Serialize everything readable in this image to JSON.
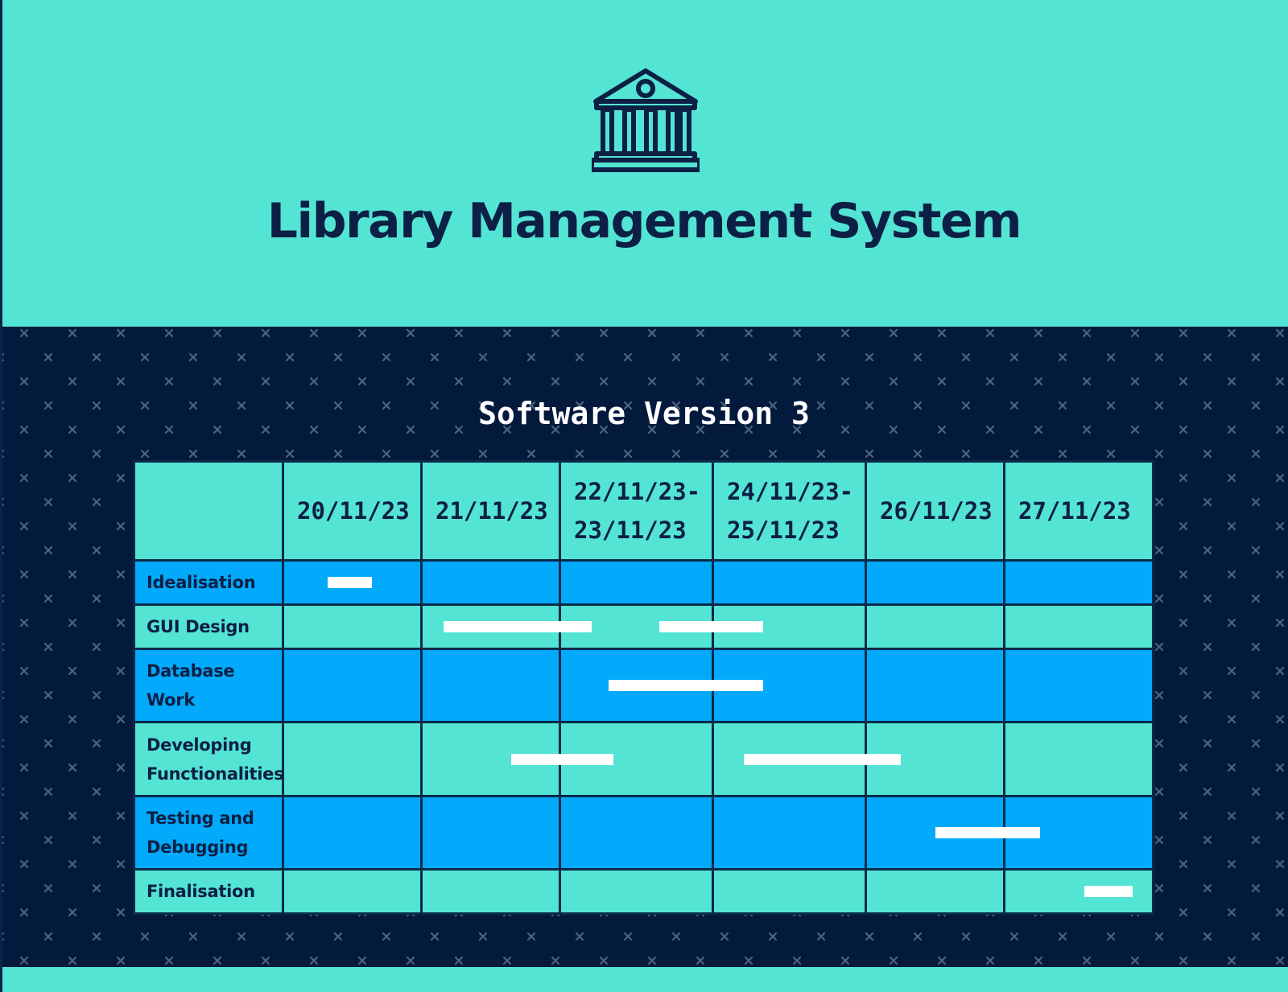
{
  "title": "Library Management System",
  "subtitle": "Software Version 3",
  "icon": "library-building-icon",
  "colors": {
    "teal": "#54e4d3",
    "navy": "#031a3d",
    "blue": "#03a9fa",
    "bar": "#ffffff",
    "title_text": "#0c1f45"
  },
  "gantt": {
    "columns": [
      "20/11/23",
      "21/11/23",
      "22/11/23-23/11/23",
      "24/11/23-25/11/23",
      "26/11/23",
      "27/11/23"
    ],
    "rows": [
      {
        "task": "Idealisation",
        "bars": [
          {
            "start": 0.32,
            "end": 0.64
          }
        ]
      },
      {
        "task": "GUI Design",
        "bars": [
          {
            "start": 1.16,
            "end": 2.21
          },
          {
            "start": 2.65,
            "end": 3.33
          }
        ]
      },
      {
        "task": "Database Work",
        "bars": [
          {
            "start": 2.32,
            "end": 3.33
          }
        ]
      },
      {
        "task": "Developing Functionalities",
        "bars": [
          {
            "start": 1.65,
            "end": 2.35
          },
          {
            "start": 3.2,
            "end": 4.25
          }
        ]
      },
      {
        "task": "Testing and Debugging",
        "bars": [
          {
            "start": 4.5,
            "end": 5.24
          }
        ]
      },
      {
        "task": "Finalisation",
        "bars": [
          {
            "start": 5.54,
            "end": 5.86
          }
        ]
      }
    ]
  }
}
